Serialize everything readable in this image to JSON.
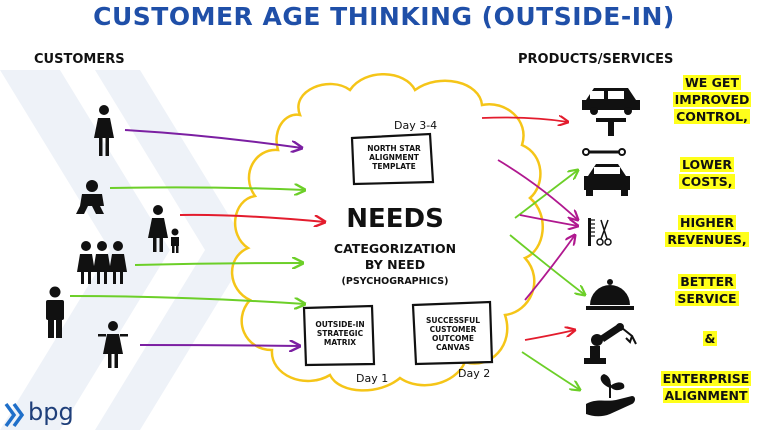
{
  "title": "CUSTOMER AGE THINKING (OUTSIDE-IN)",
  "left_header": "CUSTOMERS",
  "right_header": "PRODUCTS/SERVICES",
  "center": {
    "needs": "NEEDS",
    "categorization_line1": "CATEGORIZATION",
    "categorization_line2": "BY NEED",
    "psychographics": "(PSYCHOGRAPHICS)"
  },
  "boxes": {
    "north_star": [
      "NORTH STAR",
      "ALIGNMENT",
      "TEMPLATE"
    ],
    "outside_in": [
      "OUTSIDE-IN",
      "STRATEGIC",
      "MATRIX"
    ],
    "successful": [
      "SUCCESSFUL",
      "CUSTOMER",
      "OUTCOME",
      "CANVAS"
    ]
  },
  "days": {
    "day34": "Day 3-4",
    "day1": "Day 1",
    "day2": "Day 2"
  },
  "benefits": {
    "b1": [
      "WE GET",
      "IMPROVED",
      "CONTROL,"
    ],
    "b2": [
      "LOWER",
      "COSTS,"
    ],
    "b3": [
      "HIGHER",
      "REVENUES,"
    ],
    "b4": [
      "BETTER",
      "SERVICE"
    ],
    "amp": "&",
    "b5": [
      "ENTERPRISE",
      "ALIGNMENT"
    ]
  },
  "logo_text": "bpg",
  "icons": [
    "woman-icon",
    "baby-icon",
    "parent-child-icon",
    "group-icon",
    "man-icon",
    "woman-icon-2",
    "car-lift-icon",
    "car-repair-icon",
    "salon-icon",
    "food-service-icon",
    "robot-arm-icon",
    "plant-hand-icon"
  ],
  "colors": {
    "title": "#1f4fa8",
    "highlight": "#ffff1a",
    "cloud": "#f5c518",
    "purple": "#7b1fa2",
    "green": "#6ccf28",
    "red": "#e31c2d",
    "magenta": "#b0188f"
  }
}
